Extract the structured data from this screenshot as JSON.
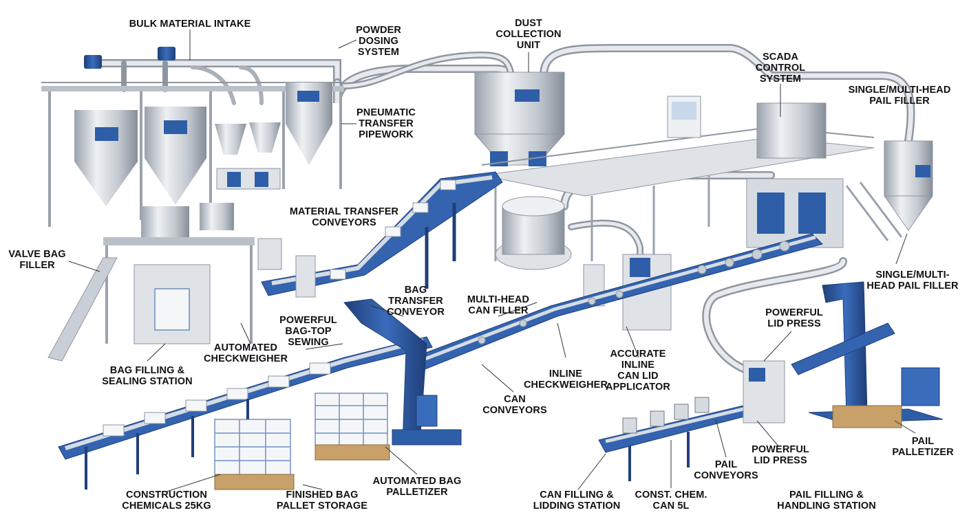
{
  "colors": {
    "steel": "#c9cfd6",
    "steel_dark": "#8c949e",
    "steel_light": "#eef1f4",
    "frame_blue": "#2f5ea8",
    "frame_blue_dark": "#1f3f78",
    "pallet_wood": "#c8a06a",
    "label_text": "#111111"
  },
  "labels": [
    {
      "id": "bulk-material-intake",
      "lines": [
        "BULK MATERIAL INTAKE"
      ]
    },
    {
      "id": "powder-dosing-system",
      "lines": [
        "POWDER",
        "DOSING",
        "SYSTEM"
      ]
    },
    {
      "id": "dust-collection-unit",
      "lines": [
        "DUST",
        "COLLECTION",
        "UNIT"
      ]
    },
    {
      "id": "scada-control-system",
      "lines": [
        "SCADA",
        "CONTROL",
        "SYSTEM"
      ]
    },
    {
      "id": "pail-filler-top",
      "lines": [
        "SINGLE/MULTI-HEAD",
        "PAIL FILLER"
      ]
    },
    {
      "id": "pneumatic-transfer-pipework",
      "lines": [
        "PNEUMATIC",
        "TRANSFER",
        "PIPEWORK"
      ]
    },
    {
      "id": "material-transfer-conveyors",
      "lines": [
        "MATERIAL TRANSFER",
        "CONVEYORS"
      ]
    },
    {
      "id": "valve-bag-filler",
      "lines": [
        "VALVE BAG",
        "FILLER"
      ]
    },
    {
      "id": "pail-filler-right",
      "lines": [
        "SINGLE/MULTI-",
        "HEAD PAIL FILLER"
      ]
    },
    {
      "id": "bag-transfer-conveyor",
      "lines": [
        "BAG",
        "TRANSFER",
        "CONVEYOR"
      ]
    },
    {
      "id": "multi-head-can-filler",
      "lines": [
        "MULTI-HEAD",
        "CAN FILLER"
      ]
    },
    {
      "id": "powerful-lid-press-top",
      "lines": [
        "POWERFUL",
        "LID PRESS"
      ]
    },
    {
      "id": "powerful-bag-top-sewing",
      "lines": [
        "POWERFUL",
        "BAG-TOP",
        "SEWING"
      ]
    },
    {
      "id": "automated-checkweigher",
      "lines": [
        "AUTOMATED",
        "CHECKWEIGHER"
      ]
    },
    {
      "id": "accurate-inline-can-lid-applicator",
      "lines": [
        "ACCURATE",
        "INLINE",
        "CAN LID",
        "APPLICATOR"
      ]
    },
    {
      "id": "inline-checkweigher",
      "lines": [
        "INLINE",
        "CHECKWEIGHER"
      ]
    },
    {
      "id": "bag-filling-sealing-station",
      "lines": [
        "BAG FILLING &",
        "SEALING STATION"
      ]
    },
    {
      "id": "can-conveyors",
      "lines": [
        "CAN",
        "CONVEYORS"
      ]
    },
    {
      "id": "pail-palletizer",
      "lines": [
        "PAIL",
        "PALLETIZER"
      ]
    },
    {
      "id": "powerful-lid-press-bottom",
      "lines": [
        "POWERFUL",
        "LID PRESS"
      ]
    },
    {
      "id": "pail-conveyors",
      "lines": [
        "PAIL",
        "CONVEYORS"
      ]
    },
    {
      "id": "automated-bag-palletizer",
      "lines": [
        "AUTOMATED BAG",
        "PALLETIZER"
      ]
    },
    {
      "id": "construction-chemicals-25kg",
      "lines": [
        "CONSTRUCTION",
        "CHEMICALS 25KG"
      ]
    },
    {
      "id": "finished-bag-pallet-storage",
      "lines": [
        "FINISHED BAG",
        "PALLET STORAGE"
      ]
    },
    {
      "id": "can-filling-lidding-station",
      "lines": [
        "CAN FILLING &",
        "LIDDING STATION"
      ]
    },
    {
      "id": "const-chem-can-5l",
      "lines": [
        "CONST. CHEM.",
        "CAN 5L"
      ]
    },
    {
      "id": "pail-filling-handling-station",
      "lines": [
        "PAIL FILLING &",
        "HANDLING STATION"
      ]
    }
  ]
}
